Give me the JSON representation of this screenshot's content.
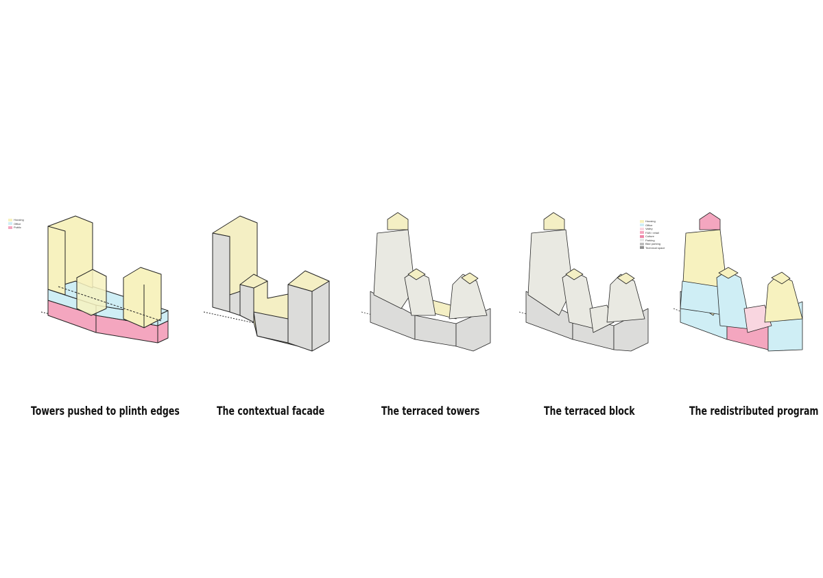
{
  "diagrams": [
    {
      "caption": "Towers pushed to plinth edges",
      "legend": [
        {
          "label": "Housing",
          "color": "#f7f2bf"
        },
        {
          "label": "Office",
          "color": "#cfeef5"
        },
        {
          "label": "Public",
          "color": "#f4a6bf"
        }
      ]
    },
    {
      "caption": "The contextual facade"
    },
    {
      "caption": "The terraced towers"
    },
    {
      "caption": "The terraced block"
    },
    {
      "caption": "The redistributed program",
      "legend": [
        {
          "label": "Housing",
          "color": "#f7f2bf"
        },
        {
          "label": "Office",
          "color": "#cfeef5"
        },
        {
          "label": "Valley",
          "color": "#f9d6e0"
        },
        {
          "label": "F&B / retail",
          "color": "#f4a6bf"
        },
        {
          "label": "Culture",
          "color": "#ee86a8"
        },
        {
          "label": "Parking",
          "color": "#e6e6e6"
        },
        {
          "label": "Bike parking",
          "color": "#bdbdbd"
        },
        {
          "label": "Technical space",
          "color": "#8f8f8f"
        }
      ]
    }
  ],
  "colors": {
    "housing": "#f7f2bf",
    "office": "#cfeef5",
    "public": "#f4a6bf",
    "facade": "#dcdcda",
    "stroke": "#222222"
  }
}
